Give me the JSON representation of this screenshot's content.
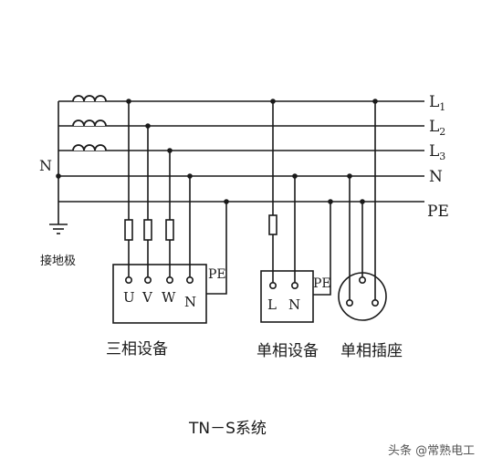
{
  "buses": [
    {
      "label": "L",
      "sub": "1"
    },
    {
      "label": "L",
      "sub": "2"
    },
    {
      "label": "L",
      "sub": "3"
    },
    {
      "label": "N",
      "sub": ""
    },
    {
      "label": "PE",
      "sub": ""
    }
  ],
  "neutral_label": "N",
  "ground_label": "接地极",
  "three_phase": {
    "terminals": [
      "U",
      "V",
      "W",
      "N"
    ],
    "pe_label": "PE",
    "caption": "三相设备"
  },
  "single_phase": {
    "terminals": [
      "L",
      "N"
    ],
    "pe_label": "PE",
    "caption": "单相设备"
  },
  "socket": {
    "caption": "单相插座"
  },
  "system_title": "TN－S系统",
  "watermark": "头条 @常熟电工",
  "colors": {
    "line": "#1a1a1a",
    "background": "#ffffff"
  }
}
